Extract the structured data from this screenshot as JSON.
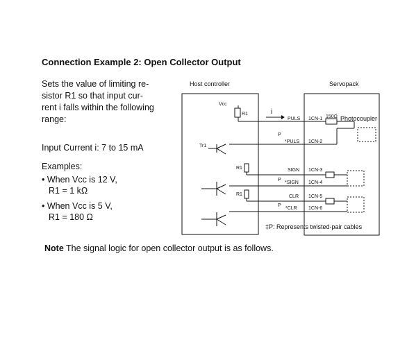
{
  "heading": "Connection Example 2: Open Collector Output",
  "description_lines": [
    "Sets the value of limiting re-",
    "sistor R1 so that input cur-",
    "rent i falls within the following",
    "range:"
  ],
  "input_current": "Input Current i: 7 to 15 mA",
  "examples": {
    "label": "Examples:",
    "ex1_line1": "• When Vcc is 12 V,",
    "ex1_line2": "R1 = 1 kΩ",
    "ex2_line1": "• When Vcc is 5 V,",
    "ex2_line2": "R1 = 180 Ω"
  },
  "note": {
    "label": "Note",
    "text": "The signal logic for open collector output is as follows."
  },
  "diagram": {
    "host_label": "Host controller",
    "servo_label": "Servopack",
    "vcc": "Vcc",
    "r1": "R1",
    "current_i": "i",
    "p": "P",
    "tr1": "Tr1",
    "resistor_150": "150Ω",
    "photocoupler": "Photocoupler",
    "twisted_note": "‡P: Represents twisted-pair cables",
    "signals": [
      {
        "name": "PULS",
        "pin": "1CN-1"
      },
      {
        "name": "*PULS",
        "pin": "1CN-2"
      },
      {
        "name": "SIGN",
        "pin": "1CN-3"
      },
      {
        "name": "*SIGN",
        "pin": "1CN-4"
      },
      {
        "name": "CLR",
        "pin": "1CN-5"
      },
      {
        "name": "*CLR",
        "pin": "1CN-6"
      }
    ]
  }
}
